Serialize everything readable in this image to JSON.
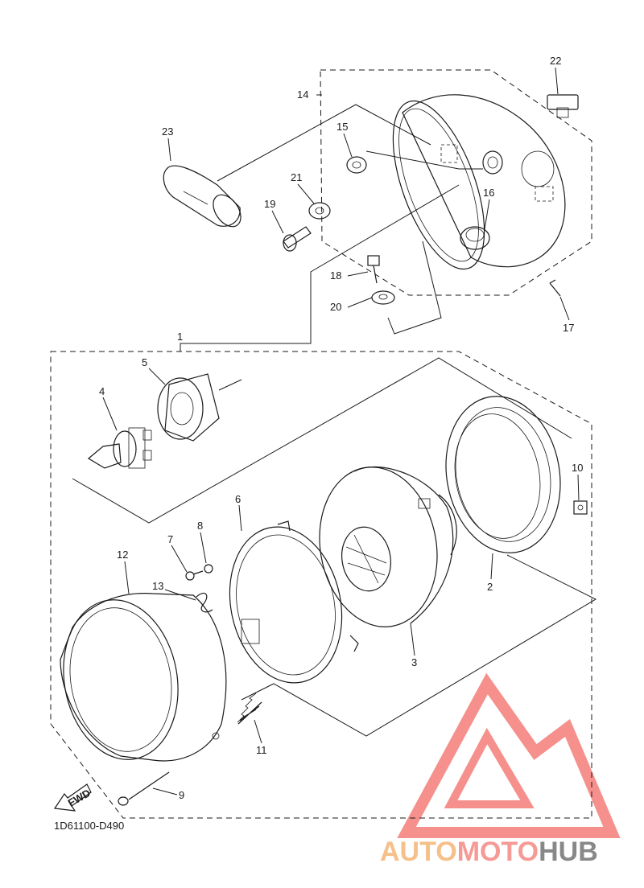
{
  "diagram_code": "1D61100-D490",
  "fwd_label": "FWD",
  "watermark": {
    "part1": "AUTO",
    "part2": "MOTO",
    "part3": "HUB",
    "color1": "#f5c08a",
    "color2": "#f59a95",
    "color3": "#888888",
    "logo_color": "#f26b66"
  },
  "callouts": [
    "1",
    "2",
    "3",
    "4",
    "5",
    "6",
    "7",
    "8",
    "9",
    "10",
    "11",
    "12",
    "13",
    "14",
    "15",
    "16",
    "17",
    "18",
    "19",
    "20",
    "21",
    "22",
    "23"
  ]
}
